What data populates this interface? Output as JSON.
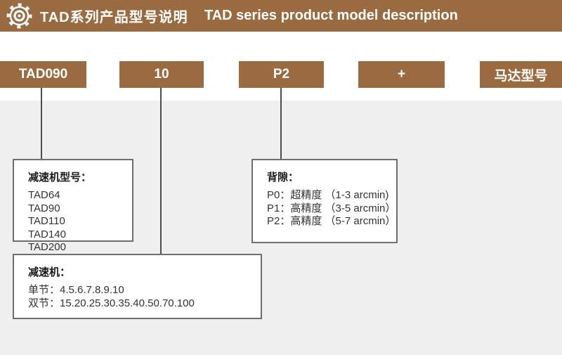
{
  "header": {
    "title_zh": "TAD系列产品型号说明",
    "title_en": "TAD series product model description",
    "gear_icon": "gear-icon"
  },
  "model_code": {
    "segments": [
      {
        "label": "TAD090"
      },
      {
        "label": "10"
      },
      {
        "label": "P2"
      },
      {
        "label": "+"
      },
      {
        "label": "马达型号"
      }
    ]
  },
  "callouts": {
    "gearbox_models": {
      "title": "减速机型号：",
      "items": [
        "TAD64",
        "TAD90",
        "TAD110",
        "TAD140",
        "TAD200"
      ]
    },
    "backlash": {
      "title": "背隙：",
      "items": [
        "P0：超精度 （1-3 arcmin)",
        "P1：高精度 （3-5 arcmin）",
        "P2：高精度 （5-7 arcmin）"
      ]
    },
    "reducer": {
      "title": "减速机：",
      "items": [
        "单节：4.5.6.7.8.9.10",
        "双节：15.20.25.30.35.40.50.70.100"
      ]
    }
  },
  "colors": {
    "brand_brown": "#9A6B40",
    "canvas_gray": "#EFEFEF",
    "connector_gray": "#4D4D4D",
    "callout_border": "#6E6E6E",
    "header_text": "#FFFFFF"
  }
}
